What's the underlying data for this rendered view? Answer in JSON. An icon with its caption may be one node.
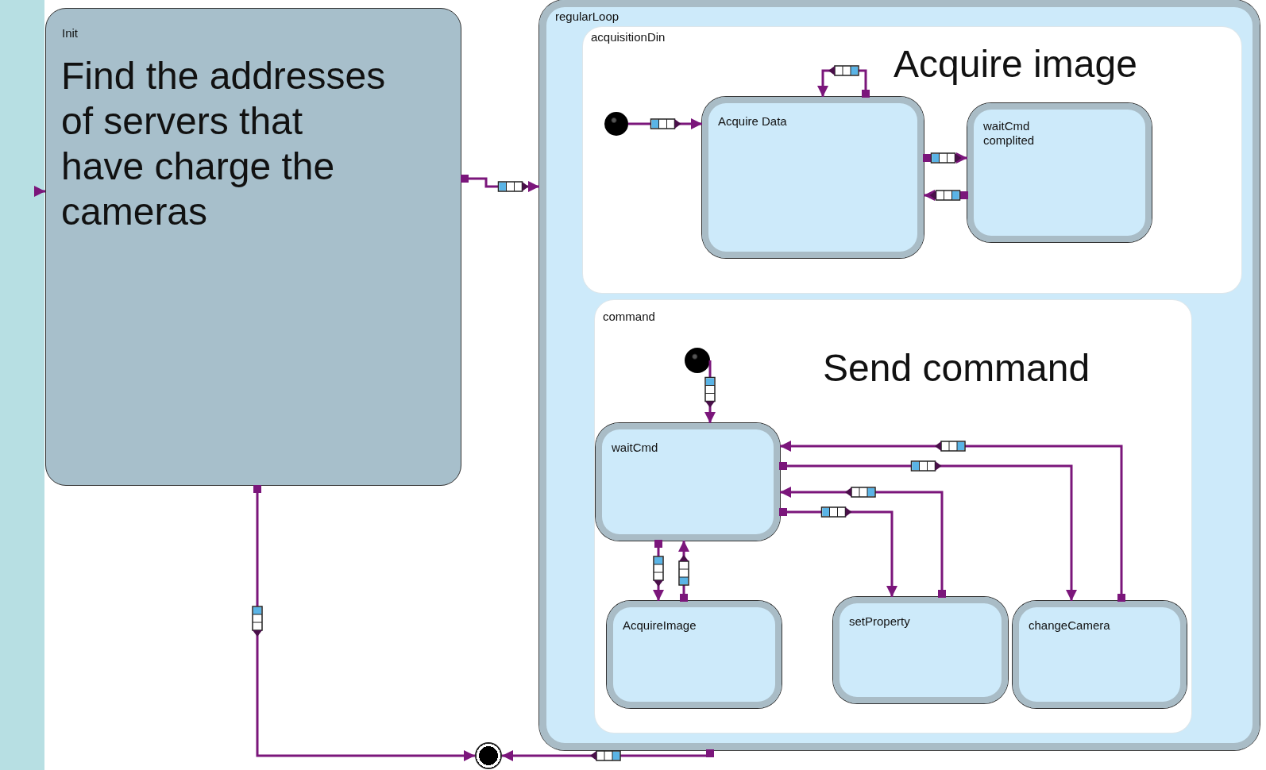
{
  "diagram": {
    "nodes": [
      {
        "text": [
          "Init",
          "Find the addresses of servers that have charge the cameras"
        ]
      },
      {
        "text": [
          "regularLoop"
        ]
      },
      {
        "text": [
          "acquisitionDin",
          "Acquire image"
        ],
        "in": 1
      },
      {
        "text": [],
        "shape": "circle",
        "in": 2
      },
      {
        "text": [
          "Acquire  Data"
        ],
        "in": 2
      },
      {
        "text": [
          "waitCmd complited"
        ],
        "in": 2
      },
      {
        "text": [
          "command",
          "Send command"
        ],
        "in": 1
      },
      {
        "text": [],
        "shape": "circle",
        "in": 6
      },
      {
        "text": [
          "waitCmd"
        ],
        "in": 6
      },
      {
        "text": [
          "AcquireImage"
        ],
        "in": 6
      },
      {
        "text": [
          "setProperty"
        ],
        "in": 6
      },
      {
        "text": [
          "changeCamera"
        ],
        "in": 6
      },
      {
        "text": [],
        "shape": "circle"
      }
    ],
    "edges": [
      {
        "from": null,
        "to": 0,
        "arrow": "to"
      },
      {
        "from": 0,
        "to": 1,
        "arrow": "to"
      },
      {
        "from": 3,
        "to": 4,
        "arrow": "to"
      },
      {
        "from": 4,
        "to": 4,
        "arrow": "to"
      },
      {
        "from": 4,
        "to": 5,
        "arrow": "to"
      },
      {
        "from": 5,
        "to": 4,
        "arrow": "to"
      },
      {
        "from": 7,
        "to": 8,
        "arrow": "to"
      },
      {
        "from": 8,
        "to": 9,
        "arrow": "to"
      },
      {
        "from": 9,
        "to": 8,
        "arrow": "to"
      },
      {
        "from": 8,
        "to": 10,
        "arrow": "to"
      },
      {
        "from": 10,
        "to": 8,
        "arrow": "to"
      },
      {
        "from": 8,
        "to": 11,
        "arrow": "to"
      },
      {
        "from": 11,
        "to": 8,
        "arrow": "to"
      },
      {
        "from": 0,
        "to": 12,
        "arrow": "to"
      },
      {
        "from": 1,
        "to": 12,
        "arrow": "to"
      }
    ]
  }
}
